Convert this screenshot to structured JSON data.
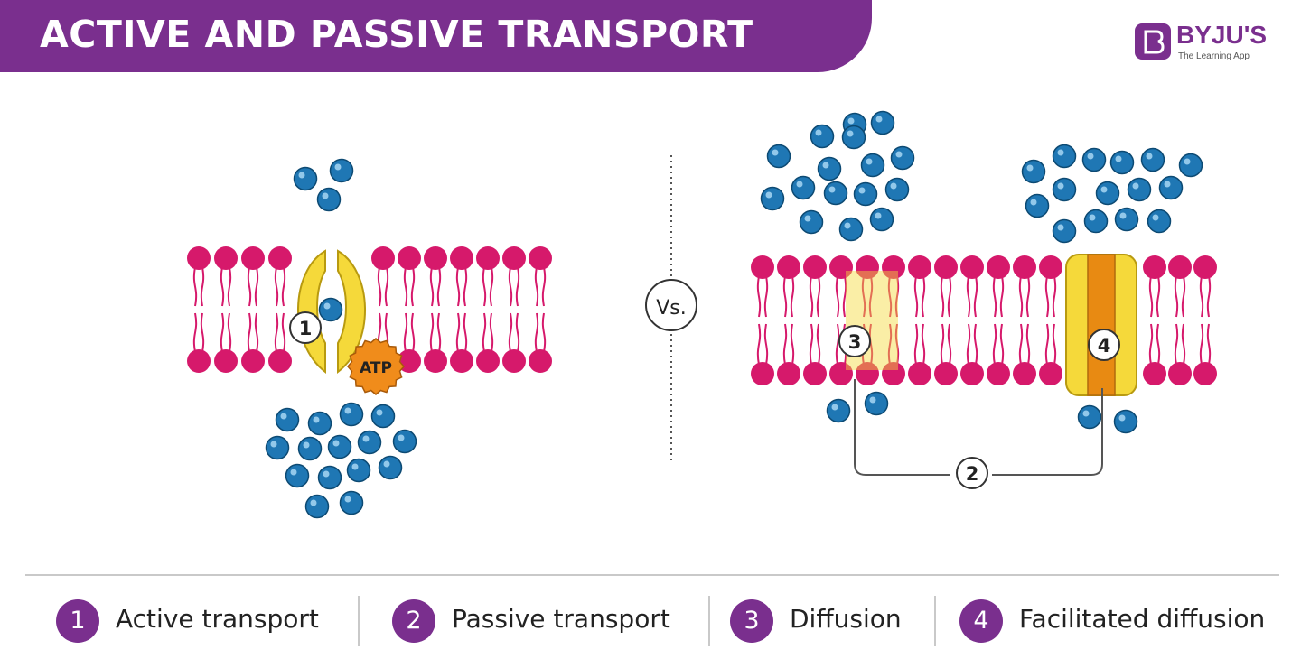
{
  "title": "ACTIVE AND PASSIVE TRANSPORT",
  "brand": {
    "name": "BYJU'S",
    "tagline": "The Learning App",
    "color": "#7a2f8e"
  },
  "diagram": {
    "versus_label": "Vs.",
    "atp_label": "ATP",
    "markers": {
      "active": "1",
      "passive": "2",
      "diffusion": "3",
      "facilitated": "4"
    },
    "colors": {
      "phospholipid_head": "#d6196b",
      "molecule": "#1f77b4",
      "protein": "#f5d93a",
      "channel_core": "#e88a12",
      "atp": "#f08c1b",
      "bracket": "#555555"
    }
  },
  "legend": [
    {
      "number": "1",
      "label": "Active transport"
    },
    {
      "number": "2",
      "label": "Passive transport"
    },
    {
      "number": "3",
      "label": "Diffusion"
    },
    {
      "number": "4",
      "label": "Facilitated diffusion"
    }
  ]
}
